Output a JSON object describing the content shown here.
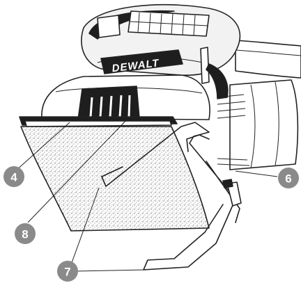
{
  "figure": {
    "brand_logo": "DEWALT",
    "callouts": [
      {
        "id": "4",
        "label": "4"
      },
      {
        "id": "6",
        "label": "6"
      },
      {
        "id": "7",
        "label": "7"
      },
      {
        "id": "8",
        "label": "8"
      }
    ]
  },
  "colors": {
    "callout_fill": "#8a8a8a",
    "ink": "#222222",
    "pad_dot": "#3a3a3a",
    "body_light": "#f2f2f2",
    "body_dark": "#1e1e1e"
  }
}
